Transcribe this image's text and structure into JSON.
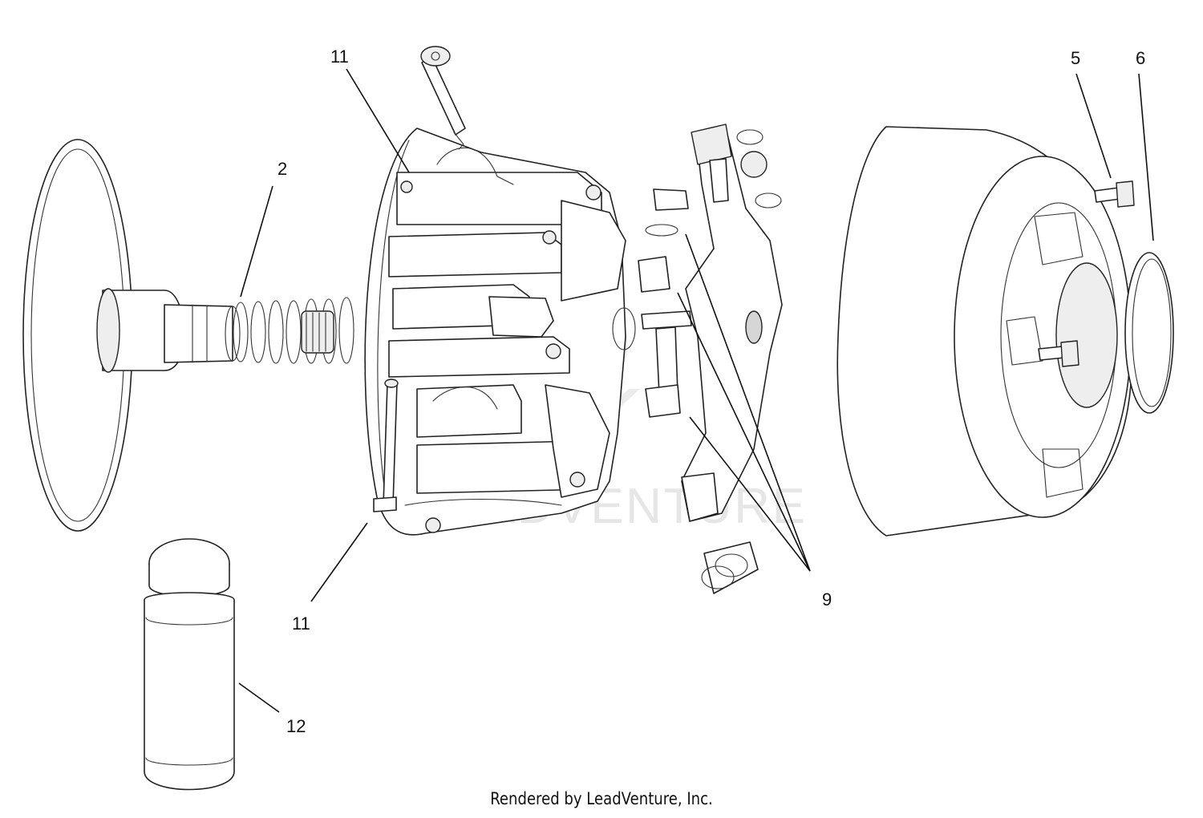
{
  "diagram": {
    "callouts": [
      {
        "id": "c-2",
        "label": "2"
      },
      {
        "id": "c-5",
        "label": "5"
      },
      {
        "id": "c-6",
        "label": "6"
      },
      {
        "id": "c-9",
        "label": "9"
      },
      {
        "id": "c-11a",
        "label": "11"
      },
      {
        "id": "c-11b",
        "label": "11"
      },
      {
        "id": "c-12",
        "label": "12"
      }
    ],
    "watermark": "LEADVENTURE",
    "credit": "Rendered by LeadVenture, Inc."
  }
}
